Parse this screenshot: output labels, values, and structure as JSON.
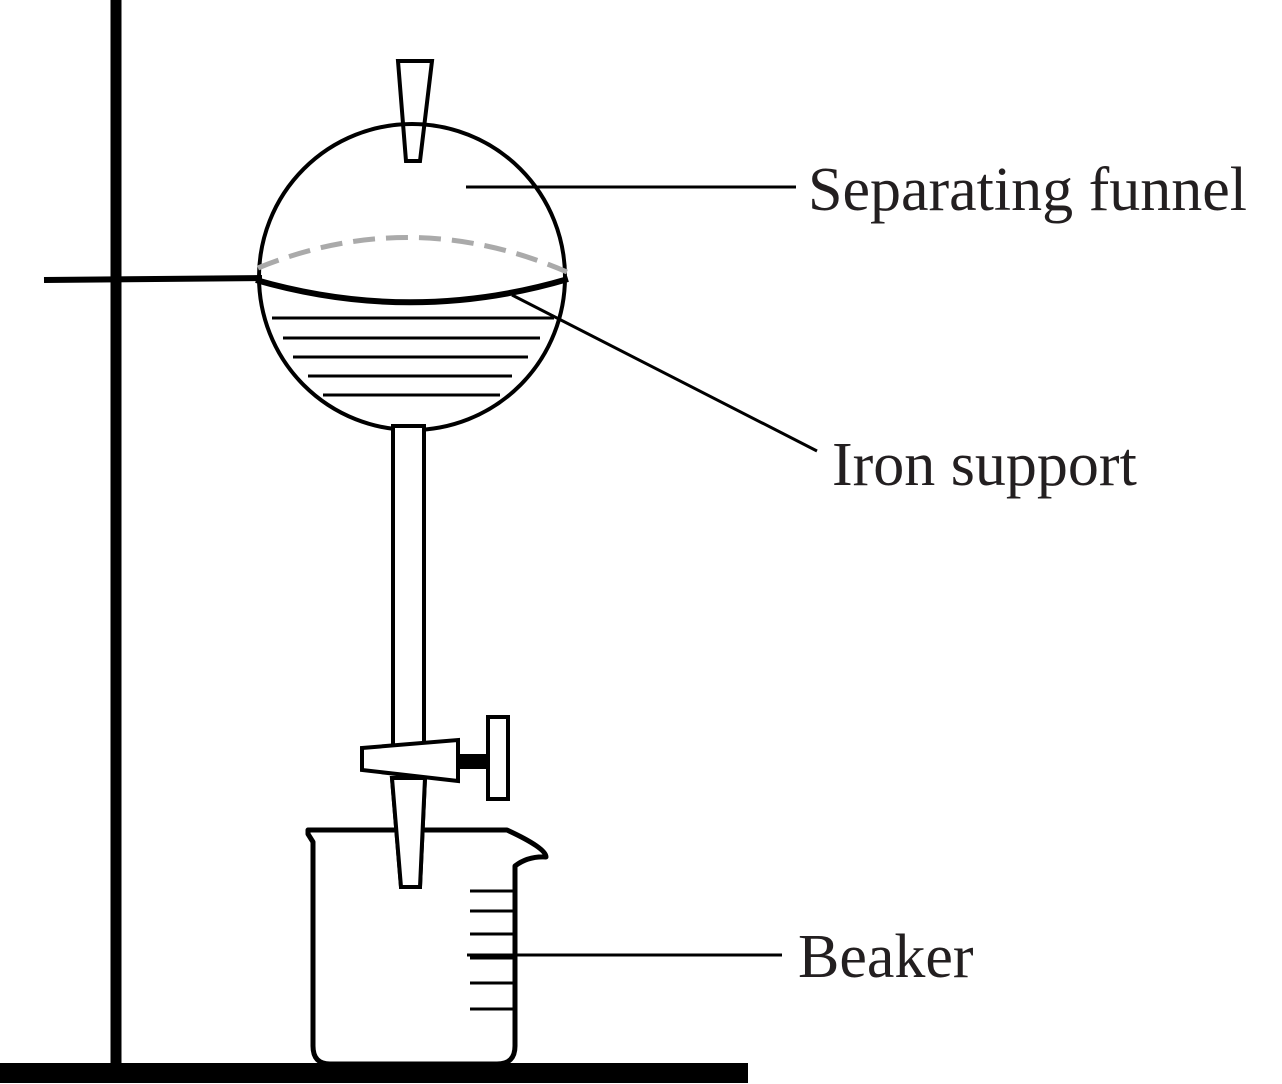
{
  "labels": {
    "separating_funnel": "Separating funnel",
    "iron_support": "Iron support",
    "beaker": "Beaker"
  }
}
